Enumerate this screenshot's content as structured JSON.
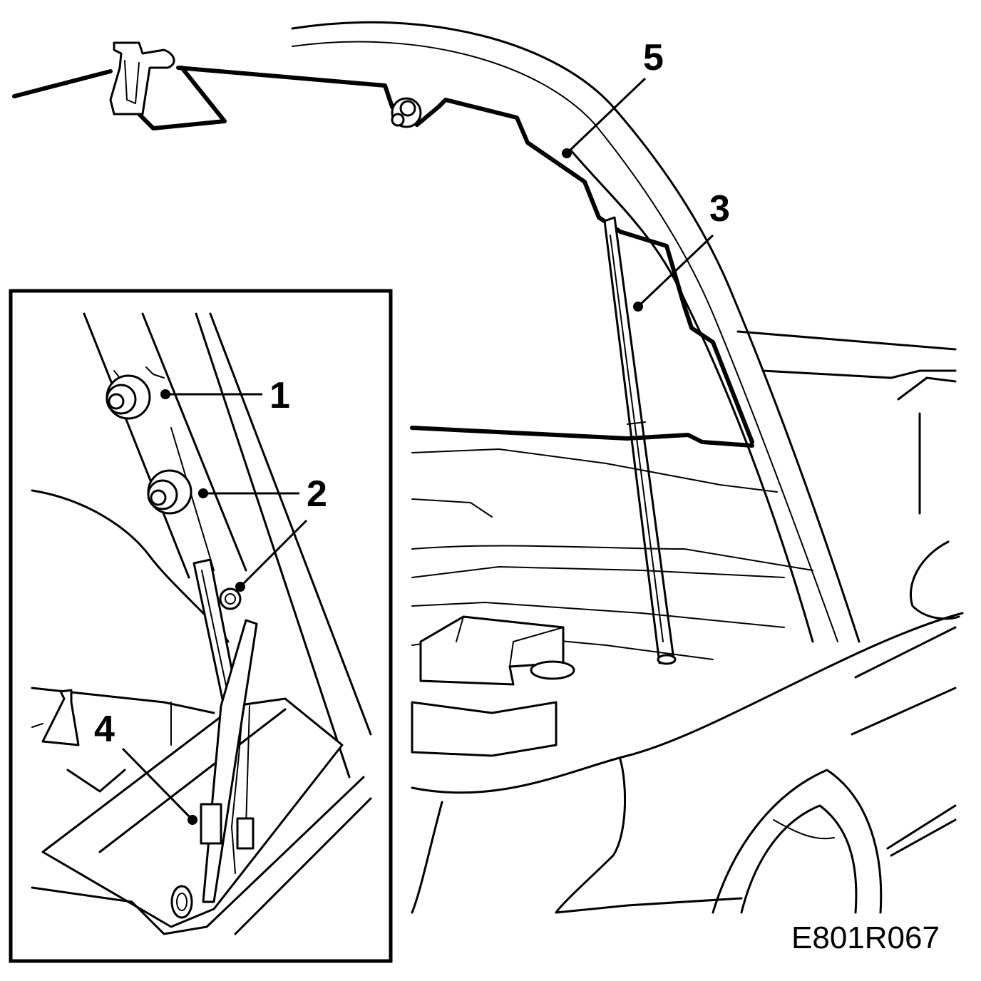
{
  "figure": {
    "id_label": "E801R067"
  },
  "callouts": [
    {
      "id": "1",
      "label": "1"
    },
    {
      "id": "2",
      "label": "2"
    },
    {
      "id": "3",
      "label": "3"
    },
    {
      "id": "4",
      "label": "4"
    },
    {
      "id": "5",
      "label": "5"
    }
  ],
  "colors": {
    "line": "#000000",
    "background": "#ffffff"
  }
}
